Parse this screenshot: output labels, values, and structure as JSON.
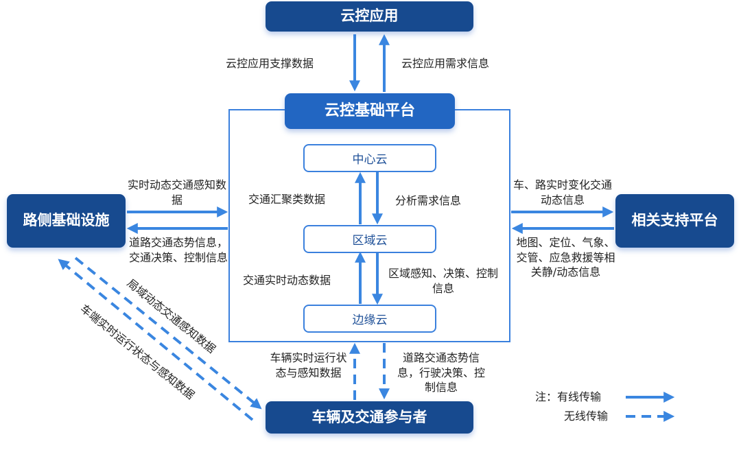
{
  "nodes": {
    "cloud_apps": "云控应用",
    "platform": "云控基础平台",
    "center_cloud": "中心云",
    "region_cloud": "区域云",
    "edge_cloud": "边缘云",
    "roadside": "路侧基础设施",
    "support": "相关支持平台",
    "vehicles": "车辆及交通参与者"
  },
  "edges": {
    "platform_to_apps": "云控应用支撑数据",
    "apps_to_platform": "云控应用需求信息",
    "region_to_center": "交通汇聚类数据",
    "center_to_region": "分析需求信息",
    "edge_to_region": "交通实时动态数据",
    "region_to_edge": "区域感知、决策、控制信息",
    "roadside_to_platform": "实时动态交通感知数据",
    "platform_to_roadside": "道路交通态势信息，交通决策、控制信息",
    "platform_to_support": "车、路实时变化交通动态信息",
    "support_to_platform": "地图、定位、气象、交管、应急救援等相关静/动态信息",
    "vehicles_to_platform": "车辆实时运行状态与感知数据",
    "platform_to_vehicles": "道路交通态势信息，行驶决策、控制信息",
    "roadside_to_vehicles": "局域动态交通感知数据",
    "vehicles_to_roadside": "车端实时运行状态与感知数据"
  },
  "legend": {
    "wired": "注：有线传输",
    "wireless": "无线传输"
  },
  "colors": {
    "dark_box": "#174a8f",
    "platform_box": "#2266c2",
    "arrow": "#3a86e0"
  }
}
